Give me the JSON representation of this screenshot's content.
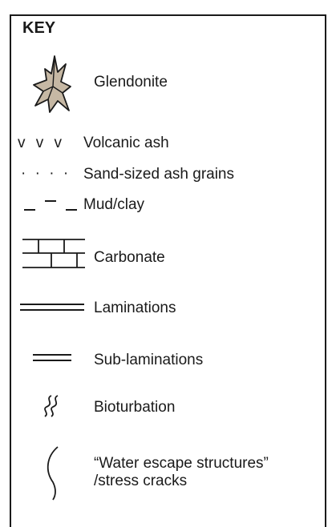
{
  "key": {
    "title": "KEY",
    "items": [
      {
        "symbol": "glendonite-crystal",
        "label": "Glendonite"
      },
      {
        "symbol": "v v v",
        "label": "Volcanic ash"
      },
      {
        "symbol": "· · · ·",
        "label": "Sand-sized ash grains"
      },
      {
        "symbol": "dashes",
        "label": "Mud/clay"
      },
      {
        "symbol": "brick-pattern",
        "label": "Carbonate"
      },
      {
        "symbol": "double-line-long",
        "label": "Laminations"
      },
      {
        "symbol": "double-line-short",
        "label": "Sub-laminations"
      },
      {
        "symbol": "squiggle",
        "label": "Bioturbation"
      },
      {
        "symbol": "curved-line",
        "label": "“Water escape structures”",
        "label2": "/stress cracks"
      }
    ]
  },
  "colors": {
    "line": "#1a1a1a",
    "glendonite_fill": "#c6b8a4"
  }
}
